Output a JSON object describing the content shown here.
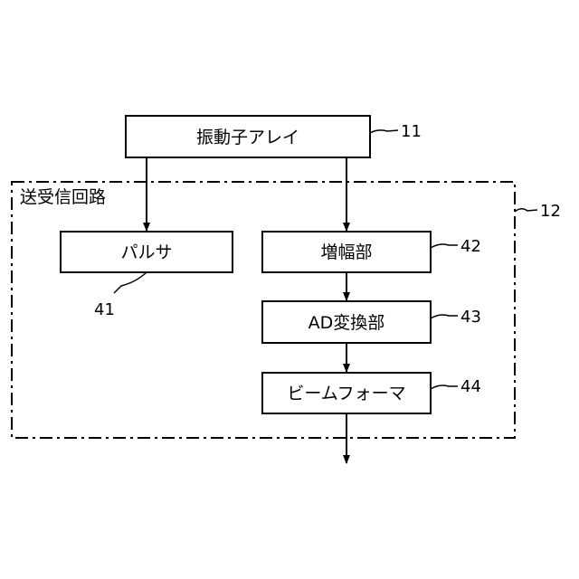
{
  "array": {
    "label": "振動子アレイ",
    "ref": "11"
  },
  "circuit": {
    "label": "送受信回路",
    "ref": "12"
  },
  "pulser": {
    "label": "パルサ",
    "ref": "41"
  },
  "amplifier": {
    "label": "増幅部",
    "ref": "42"
  },
  "ad_converter": {
    "label": "AD変換部",
    "ref": "43"
  },
  "beamformer": {
    "label": "ビームフォーマ",
    "ref": "44"
  }
}
